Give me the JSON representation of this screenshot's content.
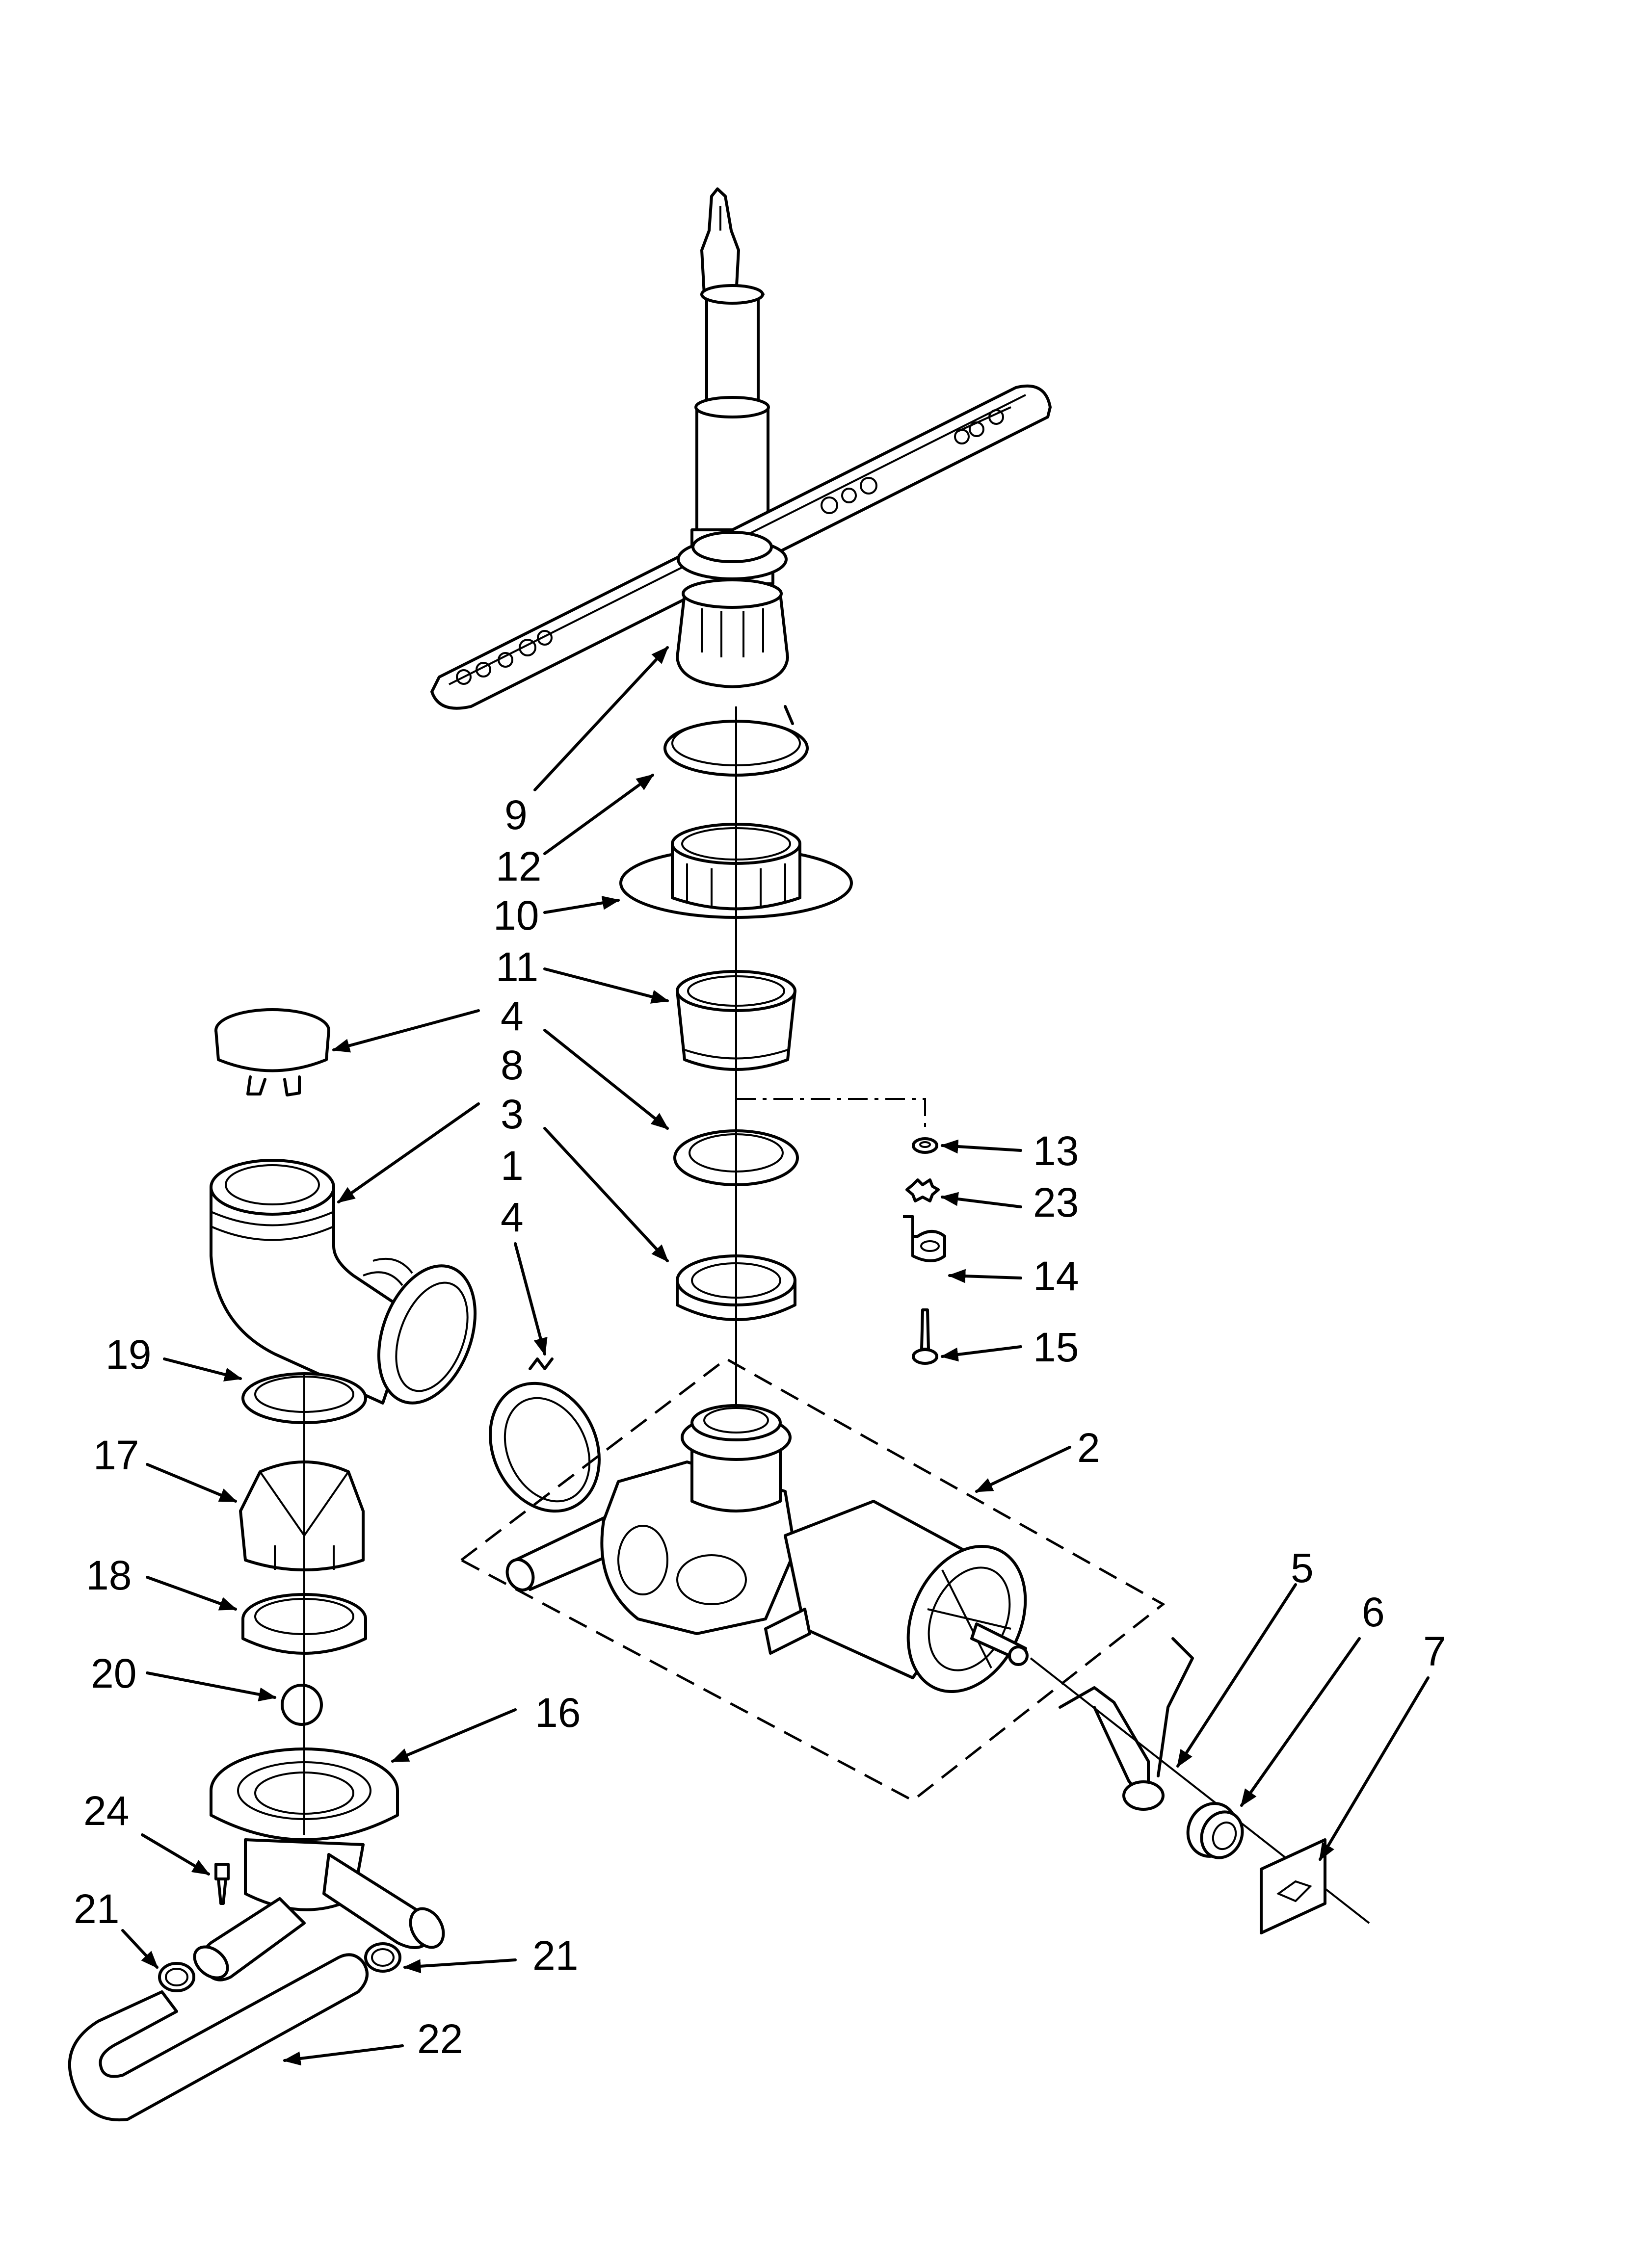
{
  "callouts": [
    {
      "id": "9",
      "text": "9"
    },
    {
      "id": "12",
      "text": "12"
    },
    {
      "id": "10",
      "text": "10"
    },
    {
      "id": "11",
      "text": "11"
    },
    {
      "id": "4a",
      "text": "4"
    },
    {
      "id": "8",
      "text": "8"
    },
    {
      "id": "3",
      "text": "3"
    },
    {
      "id": "1",
      "text": "1"
    },
    {
      "id": "4b",
      "text": "4"
    },
    {
      "id": "13",
      "text": "13"
    },
    {
      "id": "23",
      "text": "23"
    },
    {
      "id": "14",
      "text": "14"
    },
    {
      "id": "15",
      "text": "15"
    },
    {
      "id": "19",
      "text": "19"
    },
    {
      "id": "17",
      "text": "17"
    },
    {
      "id": "2",
      "text": "2"
    },
    {
      "id": "18",
      "text": "18"
    },
    {
      "id": "5",
      "text": "5"
    },
    {
      "id": "6",
      "text": "6"
    },
    {
      "id": "7",
      "text": "7"
    },
    {
      "id": "20",
      "text": "20"
    },
    {
      "id": "16",
      "text": "16"
    },
    {
      "id": "24",
      "text": "24"
    },
    {
      "id": "21a",
      "text": "21"
    },
    {
      "id": "21b",
      "text": "21"
    },
    {
      "id": "22",
      "text": "22"
    }
  ]
}
